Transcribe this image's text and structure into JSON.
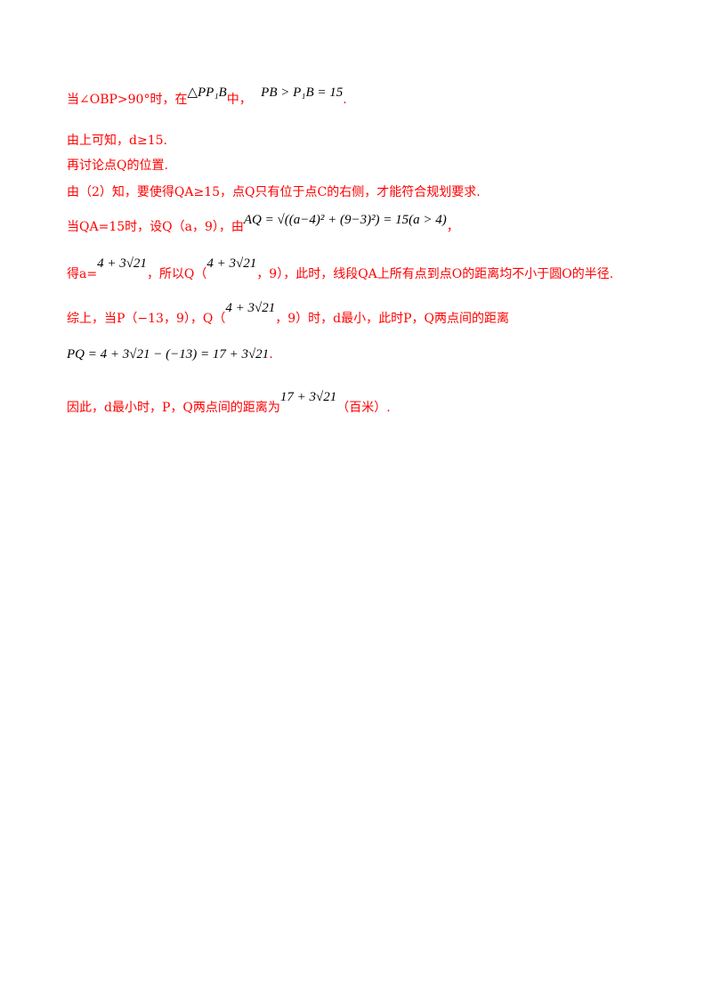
{
  "doc": {
    "lines": [
      {
        "text": "当∠OBP>90°时，在",
        "math1": "△PP₁B",
        "mid": "中，",
        "math2": "PB > P₁B = 15",
        "end": "."
      },
      {
        "text": "由上可知，d≥15."
      },
      {
        "text": "再讨论点Q的位置."
      },
      {
        "text": "由（2）知，要使得QA≥15，点Q只有位于点C的右侧，才能符合规划要求."
      },
      {
        "text": "当QA=15时，设Q（a，9），由",
        "math": "AQ = √((a−4)² + (9−3)²) = 15(a > 4)",
        "end": "，"
      },
      {
        "text": "得a=",
        "math1": "4 + 3√21",
        "mid": "，所以Q（",
        "math2": "4 + 3√21",
        "end": "，9），此时，线段QA上所有点到点O的距离均不小于圆O的半径."
      },
      {
        "text": "综上，当P（−13，9），Q（",
        "math": "4 + 3√21",
        "end": "，9）时，d最小，此时P，Q两点间的距离"
      },
      {
        "math": "PQ = 4 + 3√21 − (−13) = 17 + 3√21",
        "end": "."
      },
      {
        "text": "因此，d最小时，P，Q两点间的距离为",
        "math": "17 + 3√21",
        "end": "（百米）."
      }
    ]
  }
}
